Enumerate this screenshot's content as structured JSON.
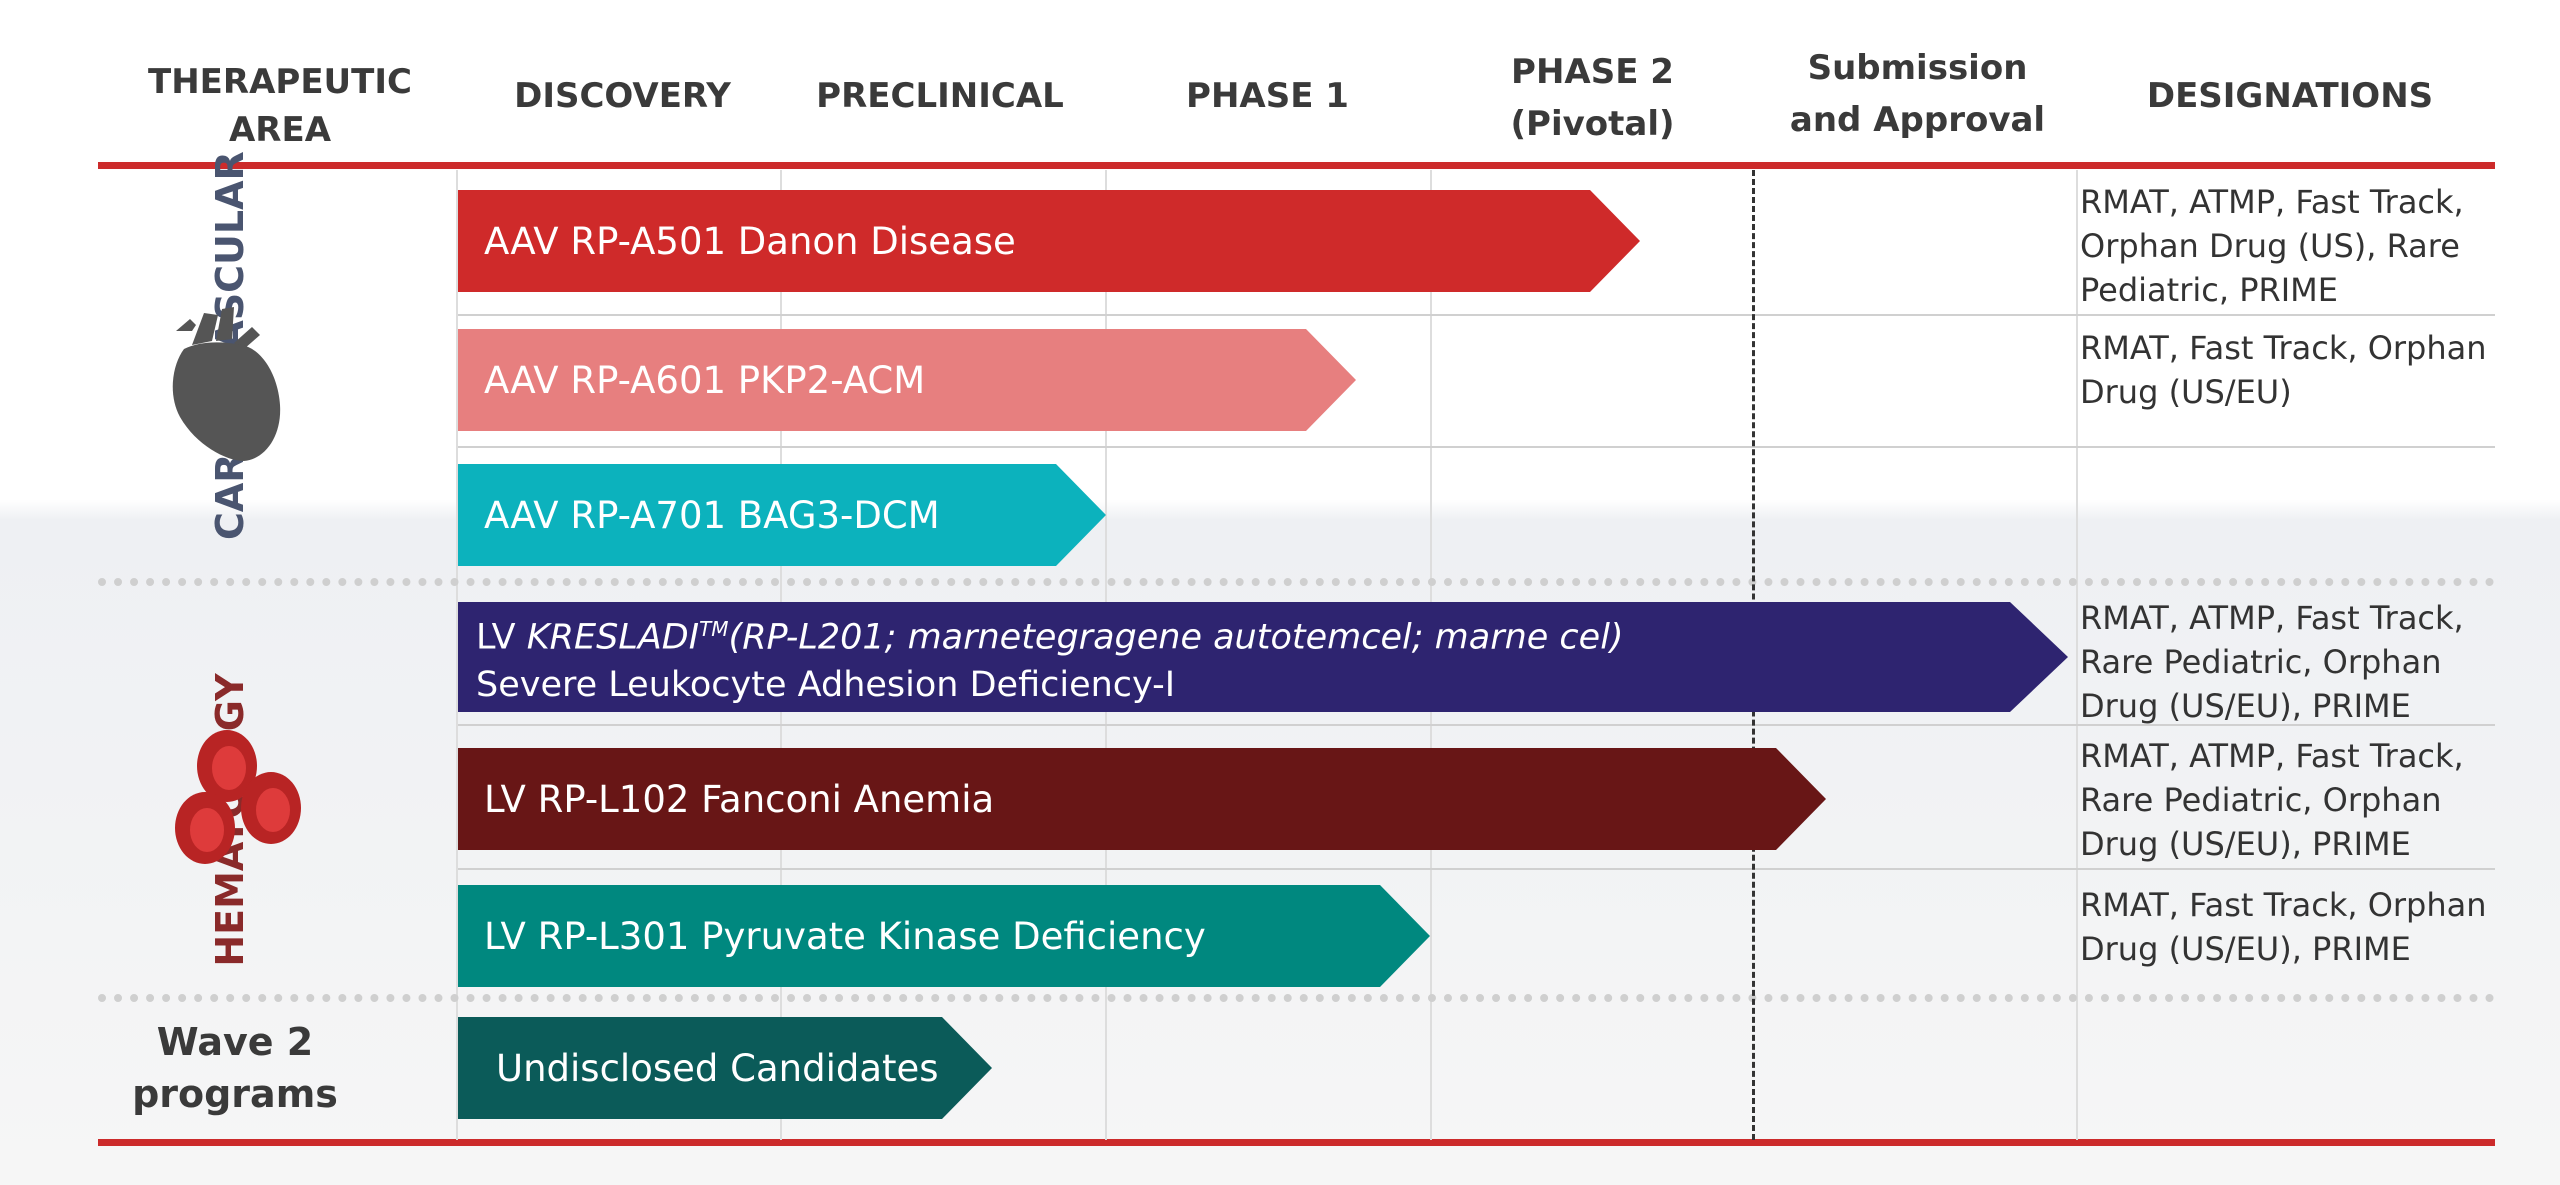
{
  "headers": {
    "therapeutic_area": "THERAPEUTIC AREA",
    "discovery": "DISCOVERY",
    "preclinical": "PRECLINICAL",
    "phase1": "PHASE 1",
    "phase2_line1": "PHASE 2",
    "phase2_line2": "(Pivotal)",
    "submission_line1": "Submission",
    "submission_line2": "and Approval",
    "designations": "DESIGNATIONS"
  },
  "areas": {
    "cardiovascular": "CARDIOVASCULAR",
    "hematology": "HEMATOLOGY",
    "wave2": "Wave 2 programs"
  },
  "programs": [
    {
      "label": "AAV RP-A501 Danon Disease",
      "color": "#cf2a2a",
      "designations": "RMAT, ATMP, Fast Track, Orphan Drug (US), Rare Pediatric, PRIME"
    },
    {
      "label": "AAV RP-A601 PKP2-ACM",
      "color": "#e77f7f",
      "designations": "RMAT, Fast Track, Orphan Drug (US/EU)"
    },
    {
      "label": "AAV RP-A701 BAG3-DCM",
      "color": "#0cb2bd",
      "designations": ""
    },
    {
      "label_prefix": "LV ",
      "label_brand": "KRESLADI",
      "label_tm": "TM",
      "label_rest": "(RP-L201; marnetegragene autotemcel; marne cel)",
      "label_line2": "Severe Leukocyte Adhesion Deficiency-I",
      "color": "#2e2470",
      "designations": "RMAT, ATMP, Fast Track, Rare Pediatric, Orphan Drug (US/EU), PRIME"
    },
    {
      "label": "LV RP-L102 Fanconi Anemia",
      "color": "#681616",
      "designations": "RMAT, ATMP, Fast Track, Rare Pediatric, Orphan Drug (US/EU), PRIME"
    },
    {
      "label": "LV RP-L301 Pyruvate Kinase Deficiency",
      "color": "#00887f",
      "designations": "RMAT, Fast Track, Orphan Drug (US/EU), PRIME"
    },
    {
      "label": "Undisclosed Candidates",
      "color": "#0b5b59",
      "designations": ""
    }
  ],
  "colors": {
    "accent_red": "#cc2b2b",
    "cardio_label": "#4a5570",
    "hema_label": "#8a2a2a",
    "heart_icon": "#555555",
    "blood_icon": "#c12a2a"
  },
  "icons": [
    "heart-icon",
    "red-blood-cells-icon"
  ]
}
